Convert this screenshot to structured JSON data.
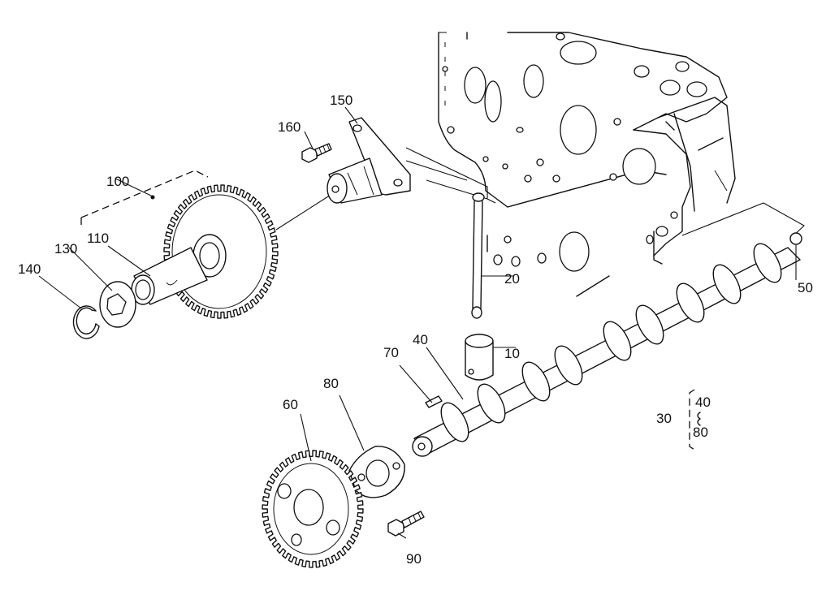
{
  "labels": {
    "p10": "10",
    "p20": "20",
    "p30": "30",
    "p40": "40",
    "p50": "50",
    "p60": "60",
    "p70": "70",
    "p80": "80",
    "p90": "90",
    "p100": "100",
    "p110": "110",
    "p130": "130",
    "p140": "140",
    "p150": "150",
    "p160": "160",
    "legend_top": "40",
    "legend_bottom": "80"
  },
  "colors": {
    "ink": "#111111",
    "paper": "#ffffff"
  }
}
